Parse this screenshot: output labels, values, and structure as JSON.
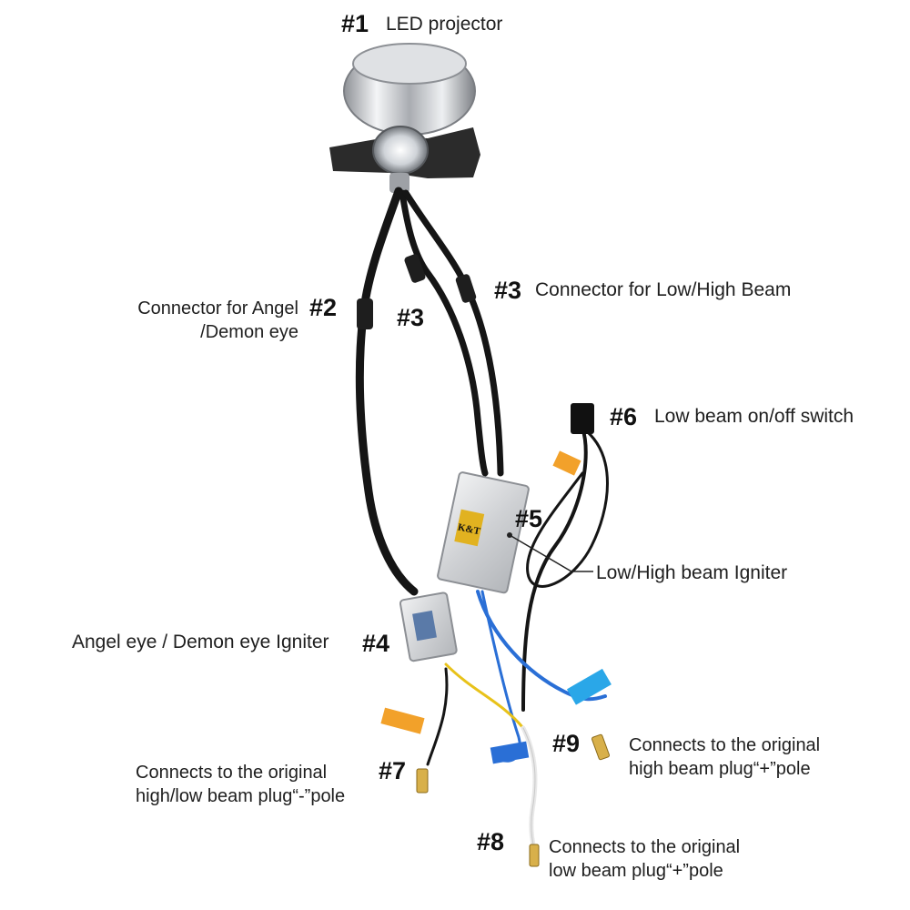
{
  "labels": {
    "n1": "#1",
    "t1": "LED projector",
    "n2": "#2",
    "t2a": "Connector for Angel",
    "t2b": "/Demon eye",
    "n3a": "#3",
    "n3b": "#3",
    "t3": "Connector for Low/High Beam",
    "n4": "#4",
    "t4": "Angel eye / Demon eye Igniter",
    "n5": "#5",
    "t5": "Low/High beam Igniter",
    "n6": "#6",
    "t6": "Low beam on/off switch",
    "n7": "#7",
    "t7a": "Connects to the original",
    "t7b": "high/low beam plug“-”pole",
    "n8": "#8",
    "t8a": "Connects to the original",
    "t8b": "low beam plug“+”pole",
    "n9": "#9",
    "t9a": "Connects to the original",
    "t9b": "high beam plug“+”pole"
  },
  "brand": "K&T",
  "colors": {
    "cable": "#151515",
    "blue_wire": "#2a6fd6",
    "yellow_wire": "#e8c21a",
    "chrome": "#c9ccd1",
    "igniter_box": "#d9dadc",
    "tag_orange": "#f2a12a",
    "tag_blue": "#2aa7e8"
  }
}
